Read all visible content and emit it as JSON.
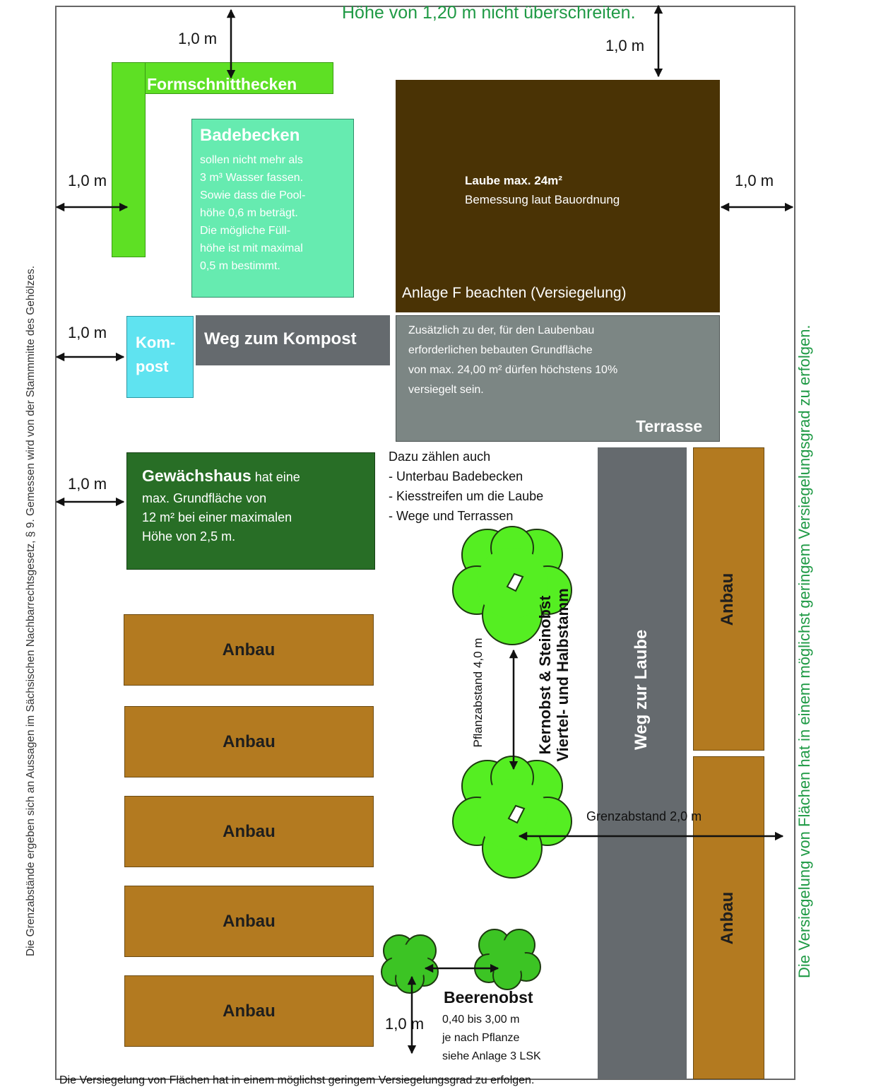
{
  "top_note": "Höhe von 1,20 m nicht überschreiten.",
  "distances": {
    "top_hedge": "1,0 m",
    "top_right": "1,0 m",
    "left_hedge": "1,0 m",
    "right_laube": "1,0 m",
    "left_kompost": "1,0 m",
    "left_greenhouse": "1,0 m",
    "berry_bottom": "1,0 m"
  },
  "hedge": {
    "label": "Formschnitthecken",
    "color": "#5ee024"
  },
  "pool": {
    "title": "Badebecken",
    "text": "sollen nicht mehr als\n3 m³ Wasser fassen.\nSowie dass die Pool-\nhöhe 0,6 m beträgt.\nDie mögliche Füll-\nhöhe ist mit maximal\n0,5 m bestimmt.",
    "color": "#66ebb0"
  },
  "laube": {
    "title": "Laube max. 24m²",
    "subtitle": "Bemessung laut Bauordnung",
    "footer": "Anlage F beachten  (Versiegelung)",
    "color": "#4a3305"
  },
  "kompost": {
    "label": "Kom-\npost",
    "color": "#5fe3f0"
  },
  "weg_kompost": {
    "label": "Weg zum Kompost",
    "color": "#656a6e"
  },
  "terrasse": {
    "text": "Zusätzlich zu der, für den Laubenbau\nerforderlichen bebauten Grundfläche\nvon max. 24,00 m² dürfen höchstens 10%\nversiegelt sein.",
    "label": "Terrasse",
    "color": "#7c8684"
  },
  "sealing_list": {
    "title": "Dazu zählen auch",
    "items": [
      "- Unterbau Badebecken",
      "- Kiesstreifen um die Laube",
      "- Wege und Terrassen"
    ]
  },
  "greenhouse": {
    "title": "Gewächshaus",
    "title_suffix": " hat eine",
    "text": "max. Grundfläche von\n12 m² bei einer maximalen\nHöhe von 2,5 m.",
    "color": "#286e26"
  },
  "beds": [
    "Anbau",
    "Anbau",
    "Anbau",
    "Anbau",
    "Anbau"
  ],
  "right_beds": [
    "Anbau",
    "Anbau"
  ],
  "weg_laube": {
    "label": "Weg zur Laube",
    "color": "#656a6e"
  },
  "trees": {
    "label1": "Kernobst & Steinobst",
    "label2": "Viertel- und Halbstamm",
    "spacing": "Pflanzabstand 4,0 m",
    "border": "Grenzabstand 2,0 m",
    "color": "#55ee22"
  },
  "berry": {
    "title": "Beerenobst",
    "text": "0,40 bis 3,00 m\nje nach Pflanze\nsiehe Anlage 3 LSK",
    "color": "#3cc424"
  },
  "side_left": "Die Grenzabstände ergeben sich an Aussagen im Sächsischen Nachbarrechtsgesetz, § 9.\nGemessen wird von der Stammmitte des Gehölzes.",
  "side_right": "Die Versiegelung von Flächen hat\nin einem möglichst geringem\nVersiegelungsgrad zu erfolgen.",
  "bottom_note": "Die Versiegelung von Flächen hat in einem möglichst geringem Versiegelungsgrad zu erfolgen."
}
